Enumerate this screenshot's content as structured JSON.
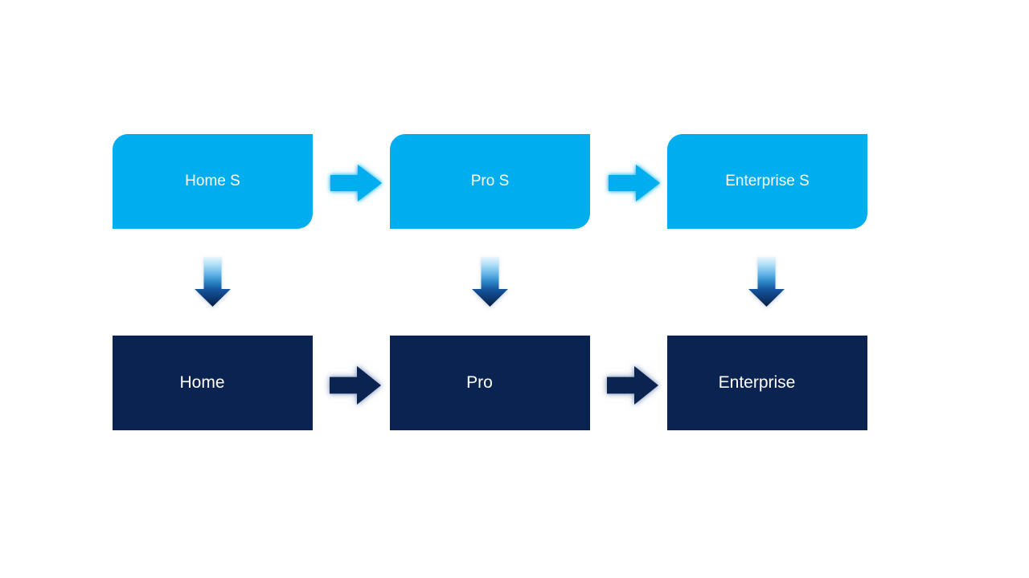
{
  "slide": {
    "background_color": "#FFFFFF",
    "colors": {
      "light_blue": "#00AEEF",
      "dark_navy": "#0A2351",
      "label_text": "#FFFFFF"
    },
    "diagram": {
      "type": "two-row-process-flow",
      "top_row": [
        {
          "label": "Home S"
        },
        {
          "label": "Pro S"
        },
        {
          "label": "Enterprise S"
        }
      ],
      "bottom_row": [
        {
          "label": "Home"
        },
        {
          "label": "Pro"
        },
        {
          "label": "Enterprise"
        }
      ]
    }
  }
}
